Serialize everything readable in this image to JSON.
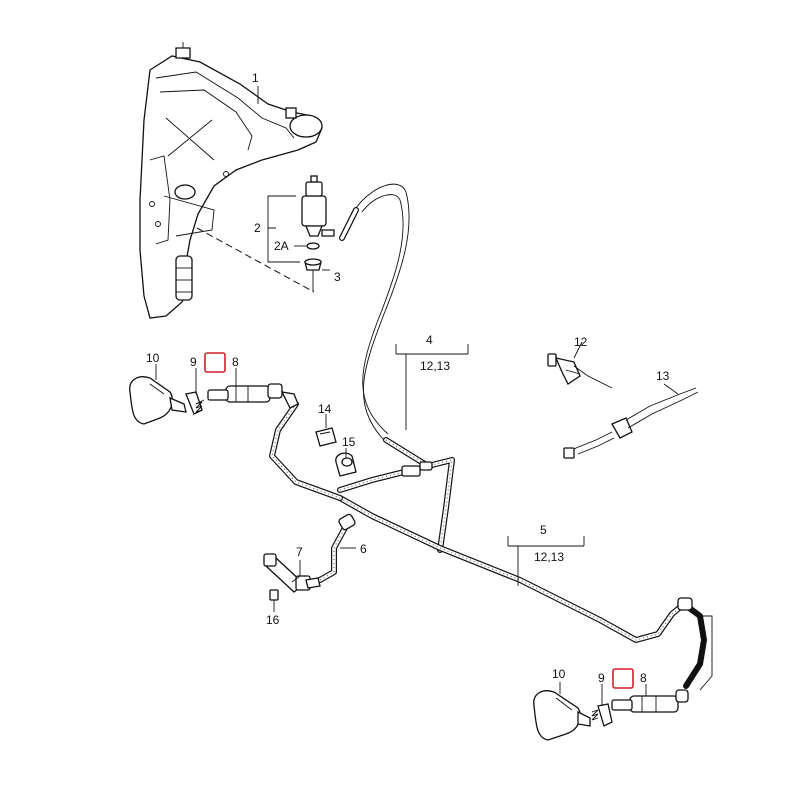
{
  "diagram": {
    "callouts": {
      "c1": "1",
      "c2": "2",
      "c2a": "2A",
      "c3": "3",
      "c4": "4",
      "c4sub": "12,13",
      "c5": "5",
      "c5sub": "12,13",
      "c6": "6",
      "c7": "7",
      "c8a": "8",
      "c9a": "9",
      "c10a": "10",
      "c8b": "8",
      "c9b": "9",
      "c10b": "10",
      "c12": "12",
      "c13": "13",
      "c14": "14",
      "c15": "15",
      "c16": "16"
    },
    "highlight_color": "#d21f2c"
  }
}
